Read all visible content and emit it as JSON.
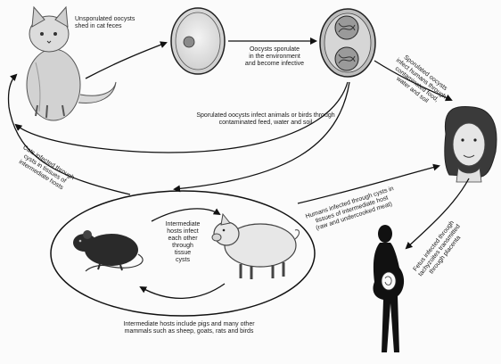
{
  "labels": {
    "unsporulated": [
      "Unsporulated oocysts",
      "shed in cat feces"
    ],
    "sporulate": [
      "Oocysts sporulate",
      "in the environment",
      "and become infective"
    ],
    "infect_humans": [
      "Sporulated oocysts",
      "infect humans through",
      "contaminated food,",
      "water and soil"
    ],
    "infect_animals": [
      "Sporulated oocysts infect animals or birds through",
      "contaminated feed, water and soil"
    ],
    "cats_infected": [
      "Cats infected through",
      "cysts in tissues of",
      "intermediate hosts"
    ],
    "intermediate_infect": [
      "Intermediate",
      "hosts infect",
      "each other",
      "through",
      "tissue",
      "cysts"
    ],
    "humans_cysts": [
      "Humans infected through cysts in",
      "tissues of intermediate host",
      "(raw and undercooked meat)"
    ],
    "fetus": [
      "Fetus infected through",
      "tachyzoites transmitted",
      "through placenta"
    ],
    "intermediate_hosts": [
      "Intermediate hosts include pigs and many other",
      "mammals such as sheep, goats, rats and birds"
    ]
  }
}
